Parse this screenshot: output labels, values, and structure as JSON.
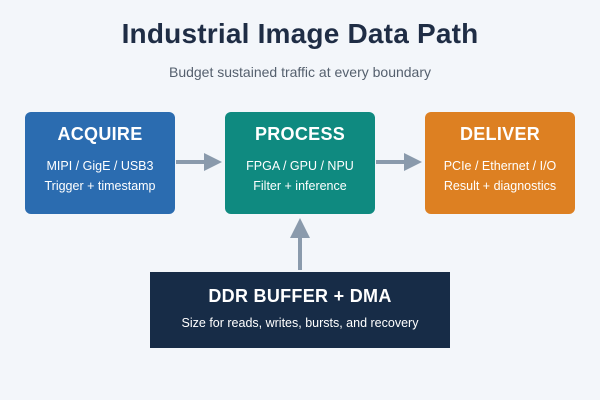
{
  "title": "Industrial Image Data Path",
  "subtitle": "Budget sustained traffic at every boundary",
  "colors": {
    "acquire": "#2b6cb0",
    "process": "#0f8a80",
    "deliver": "#dd8022",
    "ddr": "#172c47",
    "arrow": "#8a9aac"
  },
  "stages": {
    "acquire": {
      "heading": "ACQUIRE",
      "line1": "MIPI / GigE / USB3",
      "line2": "Trigger + timestamp"
    },
    "process": {
      "heading": "PROCESS",
      "line1": "FPGA / GPU / NPU",
      "line2": "Filter + inference"
    },
    "deliver": {
      "heading": "DELIVER",
      "line1": "PCIe / Ethernet / I/O",
      "line2": "Result + diagnostics"
    }
  },
  "buffer": {
    "heading": "DDR BUFFER + DMA",
    "note": "Size for reads, writes, bursts, and recovery"
  }
}
